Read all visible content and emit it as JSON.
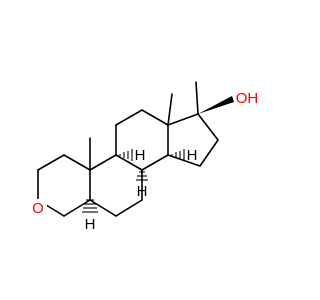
{
  "molecule": {
    "atoms": {
      "ring_oxygen": {
        "text": "O",
        "color": "#ff0000"
      },
      "hydroxyl": {
        "text": "OH",
        "color": "#ff0000"
      },
      "h_5": {
        "text": "H",
        "color": "#000000"
      },
      "h_8": {
        "text": "H",
        "color": "#000000"
      },
      "h_9": {
        "text": "H",
        "color": "#000000"
      },
      "h_14": {
        "text": "H",
        "color": "#000000"
      }
    },
    "bond_color": "#000000"
  }
}
